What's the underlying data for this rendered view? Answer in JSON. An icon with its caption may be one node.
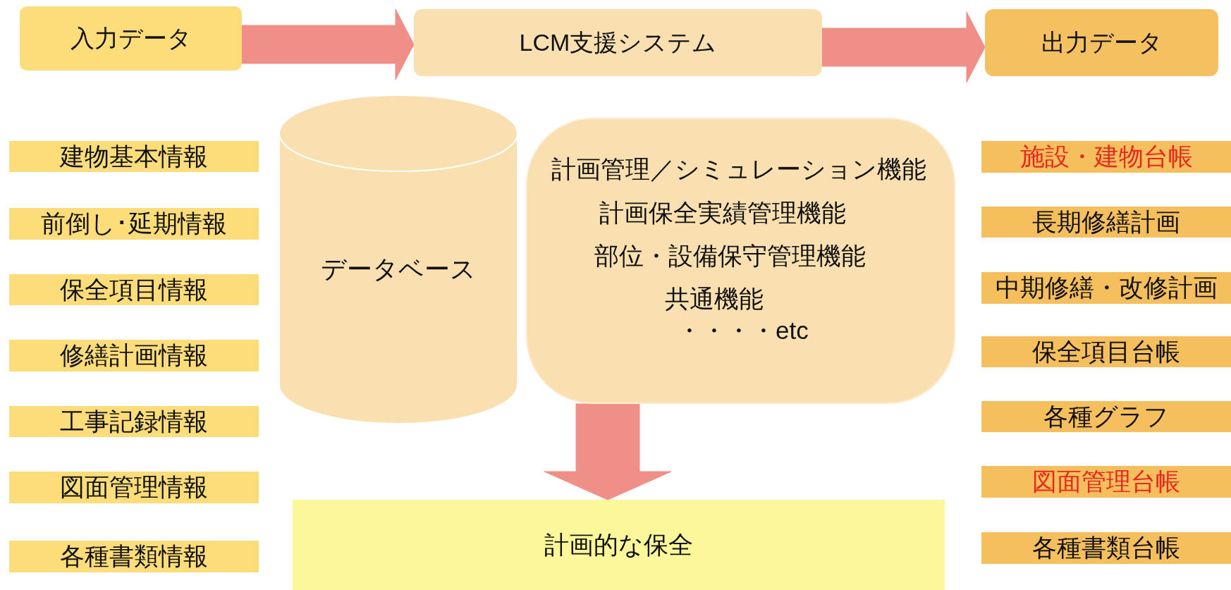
{
  "diagram": {
    "nodes": [
      {
        "text": [
          "入力データ"
        ]
      },
      {
        "text": [
          "LCM支援システム"
        ]
      },
      {
        "text": [
          "出力データ"
        ]
      },
      {
        "text": [
          "建物基本情報"
        ]
      },
      {
        "text": [
          "前倒し･延期情報"
        ]
      },
      {
        "text": [
          "保全項目情報"
        ]
      },
      {
        "text": [
          "修繕計画情報"
        ]
      },
      {
        "text": [
          "工事記録情報"
        ]
      },
      {
        "text": [
          "図面管理情報"
        ]
      },
      {
        "text": [
          "各種書類情報"
        ]
      },
      {
        "text": [
          "データベース"
        ]
      },
      {
        "text": [
          "計画管理／シミュレーション機能",
          "計画保全実績管理機能",
          "部位・設備保守管理機能",
          "共通機能",
          "・・・・etc"
        ]
      },
      {
        "text": [
          "施設・建物台帳"
        ]
      },
      {
        "text": [
          "長期修繕計画"
        ]
      },
      {
        "text": [
          "中期修繕・改修計画"
        ]
      },
      {
        "text": [
          "保全項目台帳"
        ]
      },
      {
        "text": [
          "各種グラフ"
        ]
      },
      {
        "text": [
          "図面管理台帳"
        ]
      },
      {
        "text": [
          "各種書類台帳"
        ]
      },
      {
        "text": [
          "計画的な保全"
        ]
      }
    ],
    "edges": [
      {
        "from": 0,
        "to": 1,
        "arrow": "to"
      },
      {
        "from": 1,
        "to": 2,
        "arrow": "to"
      },
      {
        "from": 11,
        "to": 19,
        "arrow": "to"
      }
    ]
  }
}
